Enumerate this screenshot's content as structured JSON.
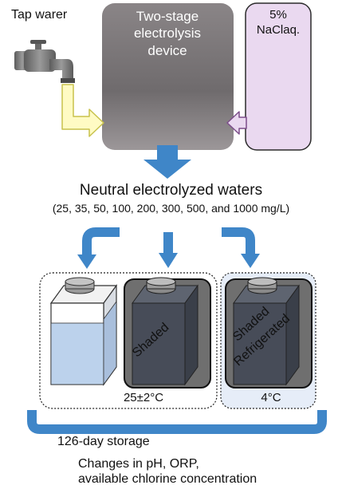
{
  "labels": {
    "tap_water": "Tap warer",
    "device": [
      "Two-stage",
      "electrolysis",
      "device"
    ],
    "nacl": [
      "5%",
      "NaClaq."
    ],
    "neutral_title": "Neutral electrolyzed waters",
    "concentrations": "(25, 35, 50, 100, 200, 300, 500, and 1000 mg/L)",
    "shaded": "Shaded",
    "shaded_refrigerated": [
      "Shaded",
      "Refrigerated"
    ],
    "temp_room": "25±2°C",
    "temp_cold": "4°C",
    "storage": "126-day storage",
    "changes": [
      "Changes in pH, ORP,",
      "available chlorine concentration"
    ]
  },
  "colors": {
    "device_fill": "#7f7b7d",
    "nacl_fill": "#ead9f0",
    "arrow_blue": "#3f86c8",
    "water_blue": "#bcd2ec",
    "shaded_dark": "#474c58",
    "yellow_pipe": "#fffbc4",
    "cold_bg": "#e6edf8"
  }
}
